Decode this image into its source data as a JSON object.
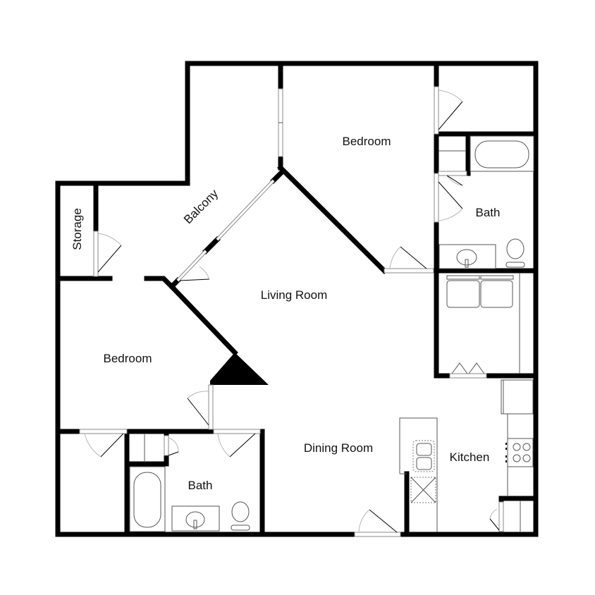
{
  "floor_plan": {
    "rooms": [
      {
        "id": "bedroom-top",
        "label": "Bedroom"
      },
      {
        "id": "bath-right",
        "label": "Bath"
      },
      {
        "id": "balcony",
        "label": "Balcony"
      },
      {
        "id": "storage",
        "label": "Storage"
      },
      {
        "id": "living-room",
        "label": "Living Room"
      },
      {
        "id": "bedroom-left",
        "label": "Bedroom"
      },
      {
        "id": "dining-room",
        "label": "Dining Room"
      },
      {
        "id": "kitchen",
        "label": "Kitchen"
      },
      {
        "id": "bath-left",
        "label": "Bath"
      }
    ],
    "unlabeled_spaces": [
      "closet-top-right",
      "laundry",
      "closet-left",
      "linen-closet-left",
      "linen-closet-right",
      "pantry-kitchen"
    ],
    "fixtures": [
      "bathtub",
      "sink-vanity",
      "toilet",
      "washer",
      "dryer",
      "refrigerator",
      "stove",
      "kitchen-sink",
      "dishwasher"
    ],
    "colors": {
      "wall": "#000000",
      "background": "#ffffff",
      "text": "#111111",
      "door-arc": "#b5b5b5"
    }
  }
}
